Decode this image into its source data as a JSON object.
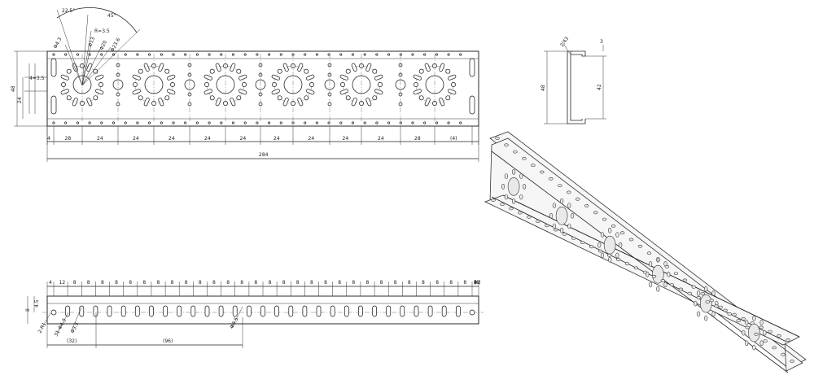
{
  "front_view": {
    "dims": {
      "angle_a": "22.5°",
      "angle_b": "45°",
      "dia_hole": "Φ4.3",
      "r35": "R=3.5",
      "dia_13": "Φ13",
      "dia_20": "Φ20",
      "dia_236": "Φ23.6",
      "slot_w": "4=3.5",
      "height_total": "48",
      "height_inner": "24",
      "bottom_spacing": [
        "4",
        "28",
        "24",
        "24",
        "24",
        "24",
        "24",
        "24",
        "24",
        "24",
        "24",
        "28",
        "(4)"
      ],
      "overall_length": "284"
    }
  },
  "side_view": {
    "dims": {
      "thickness": "2.43",
      "flange": "3",
      "outer_height": "48",
      "inner_height": "42"
    }
  },
  "bottom_view": {
    "dims": {
      "top_spacing": [
        "4",
        "12",
        "8",
        "8",
        "8",
        "8",
        "8",
        "8",
        "8",
        "8",
        "8",
        "8",
        "8",
        "8",
        "8",
        "8",
        "8",
        "8",
        "8",
        "8",
        "8",
        "8",
        "8",
        "8",
        "8",
        "8",
        "8",
        "8",
        "8",
        "8",
        "8",
        "8",
        "8",
        "8",
        "8",
        "12",
        "(4)"
      ],
      "side_a": "4.5",
      "side_b": "8",
      "label_1": "2-R1",
      "label_2": "31-Φ4.3",
      "label_3": "Φ3.5",
      "label_4": "Φ3.5",
      "span_small": "(32)",
      "span_large": "(96)"
    }
  }
}
